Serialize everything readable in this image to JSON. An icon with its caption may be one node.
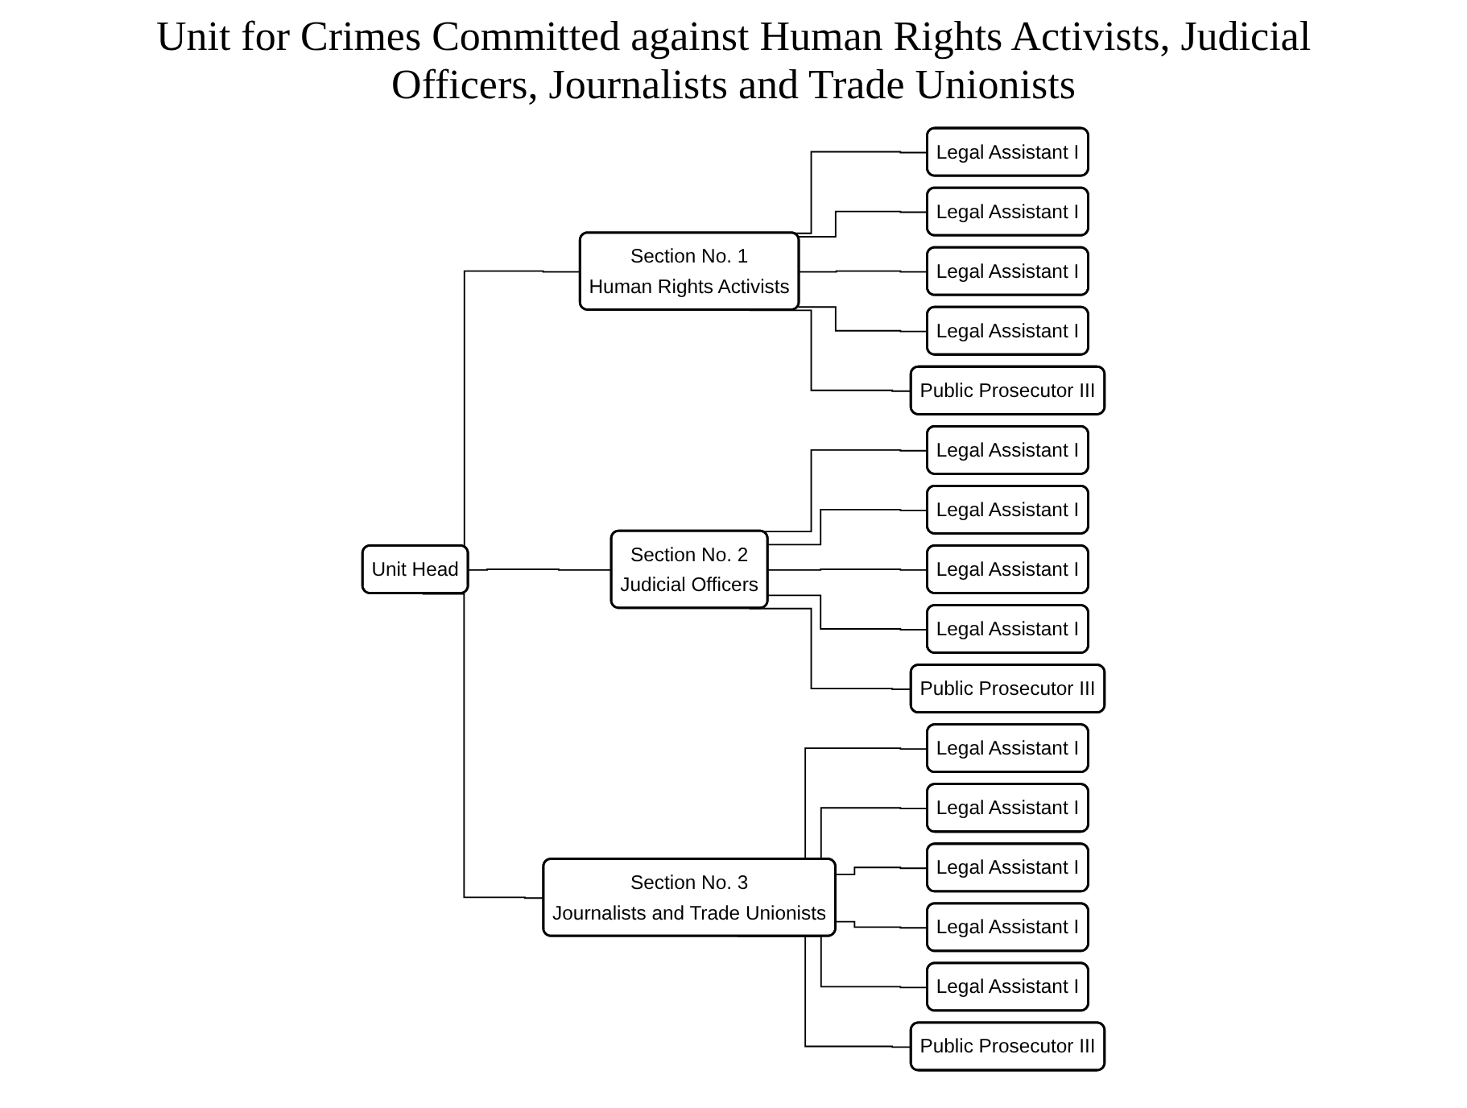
{
  "diagram": {
    "title": "Unit for Crimes Committed against Human Rights Activists, Judicial Officers, Journalists and Trade Unionists",
    "nodes": [
      {
        "text": [
          "Unit Head"
        ]
      },
      {
        "text": [
          "Section No. 1",
          "Human Rights Activists"
        ]
      },
      {
        "text": [
          "Section No. 2",
          "Judicial Officers"
        ]
      },
      {
        "text": [
          "Section No. 3",
          "Journalists and Trade Unionists"
        ]
      },
      {
        "text": [
          "Legal Assistant I"
        ]
      },
      {
        "text": [
          "Legal Assistant I"
        ]
      },
      {
        "text": [
          "Legal Assistant I"
        ]
      },
      {
        "text": [
          "Legal Assistant I"
        ]
      },
      {
        "text": [
          "Public Prosecutor III"
        ]
      },
      {
        "text": [
          "Legal Assistant I"
        ]
      },
      {
        "text": [
          "Legal Assistant I"
        ]
      },
      {
        "text": [
          "Legal Assistant I"
        ]
      },
      {
        "text": [
          "Legal Assistant I"
        ]
      },
      {
        "text": [
          "Public Prosecutor III"
        ]
      },
      {
        "text": [
          "Legal Assistant I"
        ]
      },
      {
        "text": [
          "Legal Assistant I"
        ]
      },
      {
        "text": [
          "Legal Assistant I"
        ]
      },
      {
        "text": [
          "Legal Assistant I"
        ]
      },
      {
        "text": [
          "Legal Assistant I"
        ]
      },
      {
        "text": [
          "Public Prosecutor III"
        ]
      }
    ],
    "edges": [
      {
        "from": 0,
        "to": 1,
        "arrow": "none"
      },
      {
        "from": 0,
        "to": 2,
        "arrow": "none"
      },
      {
        "from": 0,
        "to": 3,
        "arrow": "none"
      },
      {
        "from": 1,
        "to": 4,
        "arrow": "none"
      },
      {
        "from": 1,
        "to": 5,
        "arrow": "none"
      },
      {
        "from": 1,
        "to": 6,
        "arrow": "none"
      },
      {
        "from": 1,
        "to": 7,
        "arrow": "none"
      },
      {
        "from": 1,
        "to": 8,
        "arrow": "none"
      },
      {
        "from": 2,
        "to": 9,
        "arrow": "none"
      },
      {
        "from": 2,
        "to": 10,
        "arrow": "none"
      },
      {
        "from": 2,
        "to": 11,
        "arrow": "none"
      },
      {
        "from": 2,
        "to": 12,
        "arrow": "none"
      },
      {
        "from": 2,
        "to": 13,
        "arrow": "none"
      },
      {
        "from": 3,
        "to": 14,
        "arrow": "none"
      },
      {
        "from": 3,
        "to": 15,
        "arrow": "none"
      },
      {
        "from": 3,
        "to": 16,
        "arrow": "none"
      },
      {
        "from": 3,
        "to": 17,
        "arrow": "none"
      },
      {
        "from": 3,
        "to": 18,
        "arrow": "none"
      },
      {
        "from": 3,
        "to": 19,
        "arrow": "none"
      }
    ]
  }
}
